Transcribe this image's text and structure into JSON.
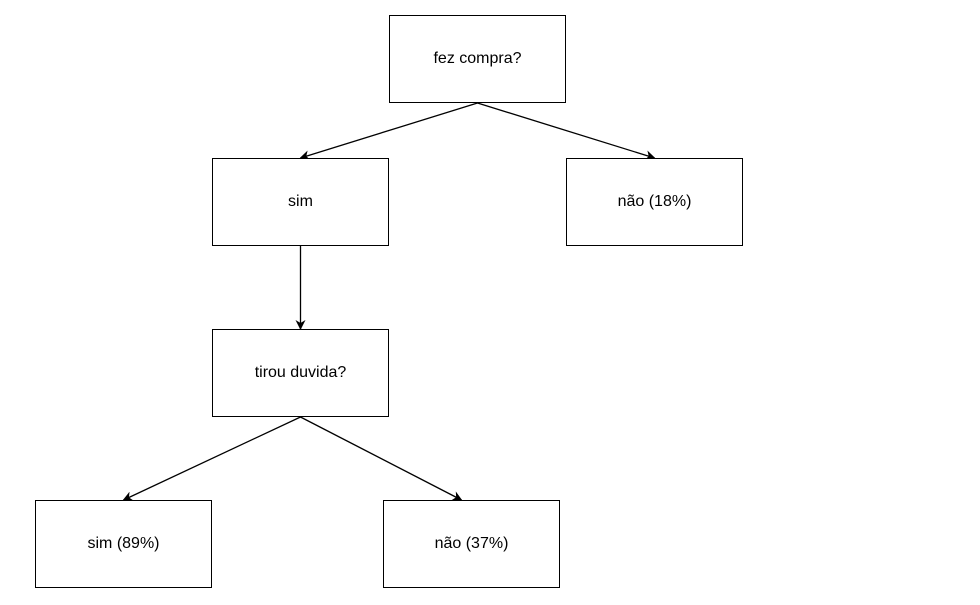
{
  "diagram": {
    "type": "decision-tree",
    "nodes": {
      "root": {
        "label": "fez compra?"
      },
      "sim": {
        "label": "sim"
      },
      "nao": {
        "label": "não (18%)"
      },
      "tirou": {
        "label": "tirou duvida?"
      },
      "sim89": {
        "label": "sim (89%)"
      },
      "nao37": {
        "label": "não (37%)"
      }
    },
    "edges": [
      {
        "from": "root",
        "to": "sim"
      },
      {
        "from": "root",
        "to": "nao"
      },
      {
        "from": "sim",
        "to": "tirou"
      },
      {
        "from": "tirou",
        "to": "sim89"
      },
      {
        "from": "tirou",
        "to": "nao37"
      }
    ],
    "colors": {
      "stroke": "#000000",
      "fill": "#ffffff",
      "text": "#000000"
    }
  }
}
